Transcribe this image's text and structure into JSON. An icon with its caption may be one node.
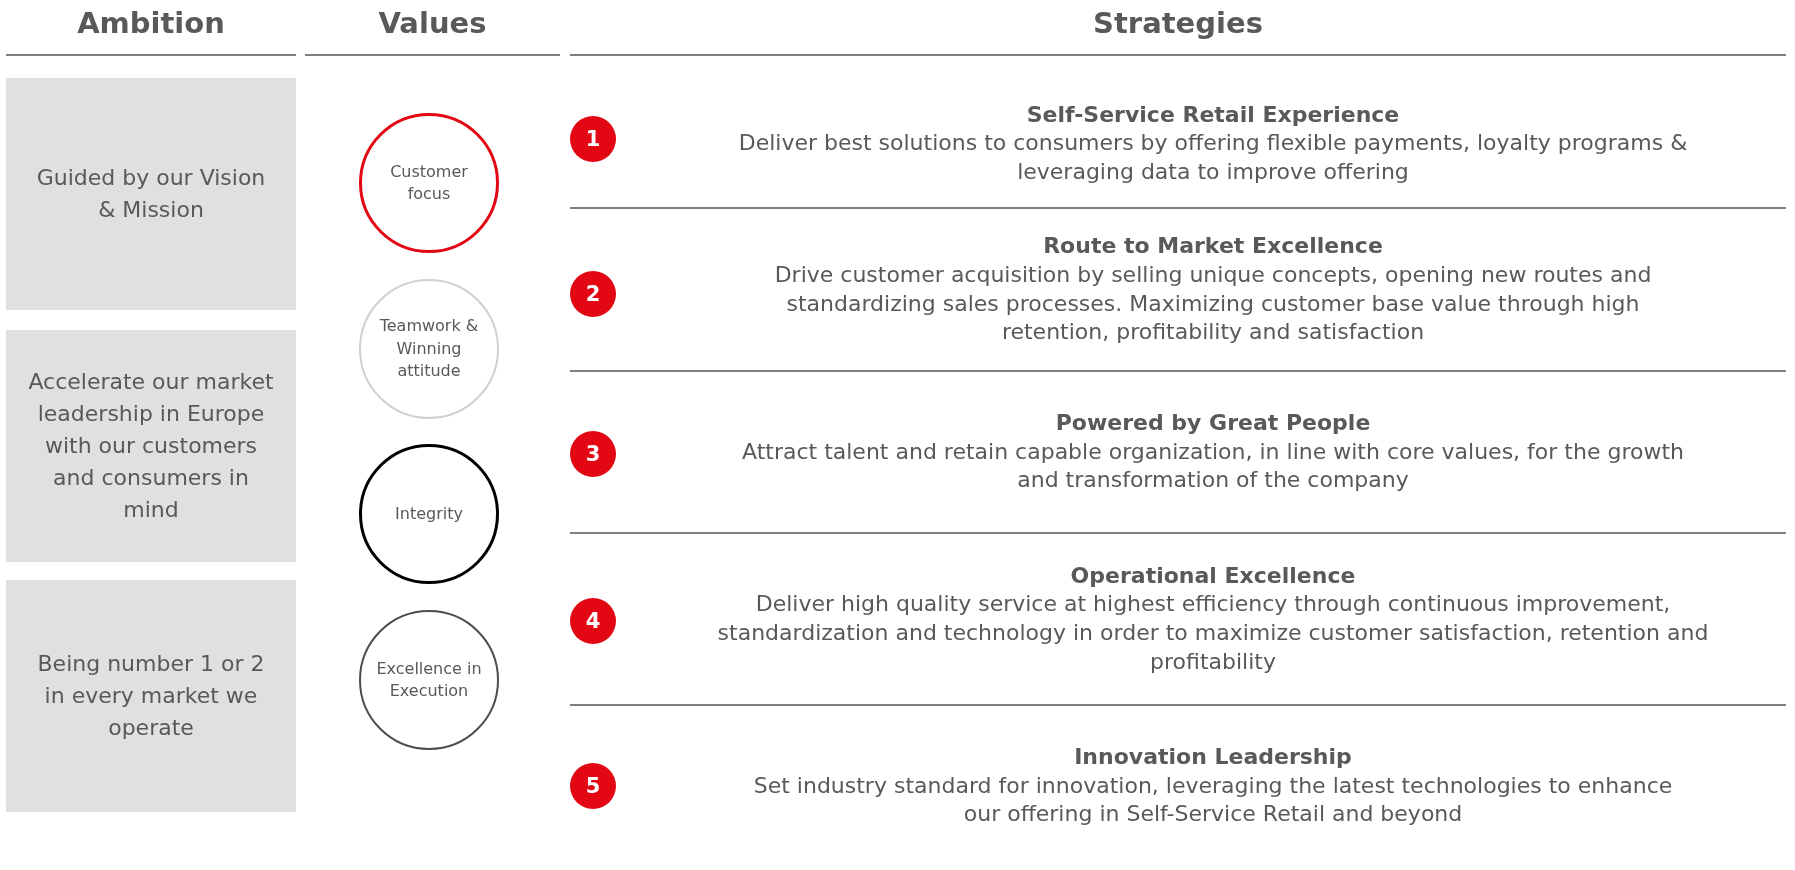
{
  "diagram": {
    "nodes": [
      {
        "text": [
          "Guided by our Vision & Mission"
        ]
      },
      {
        "text": [
          "Accelerate our market leadership in Europe with our customers and consumers in mind"
        ]
      },
      {
        "text": [
          "Being number 1 or 2 in every market we operate"
        ]
      },
      {
        "text": [
          "Customer focus"
        ]
      },
      {
        "text": [
          "Teamwork & Winning attitude"
        ]
      },
      {
        "text": [
          "Integrity"
        ]
      },
      {
        "text": [
          "Excellence in Execution"
        ]
      },
      {
        "text": [
          "1"
        ]
      },
      {
        "text": [
          "Self-Service Retail Experience",
          "Deliver best solutions to consumers by offering flexible payments, loyalty programs & leveraging data to improve offering"
        ]
      },
      {
        "text": [
          "2"
        ]
      },
      {
        "text": [
          "Route to Market Excellence",
          "Drive customer acquisition by selling unique concepts, opening new routes and standardizing sales processes. Maximizing customer base value through high retention, profitability and satisfaction"
        ]
      },
      {
        "text": [
          "3"
        ]
      },
      {
        "text": [
          "Powered by Great People",
          "Attract talent and retain capable organization, in line with core values, for the growth and transformation of the company"
        ]
      },
      {
        "text": [
          "4"
        ]
      },
      {
        "text": [
          "Operational Excellence",
          "Deliver high quality service at highest efficiency through continuous improvement, standardization and technology in order to maximize customer satisfaction, retention and profitability"
        ]
      },
      {
        "text": [
          "5"
        ]
      },
      {
        "text": [
          "Innovation Leadership",
          "Set industry standard for innovation, leveraging the latest technologies to enhance our offering in Self-Service Retail and beyond"
        ]
      }
    ],
    "labels": [
      "Ambition",
      "Values",
      "Strategies"
    ]
  }
}
